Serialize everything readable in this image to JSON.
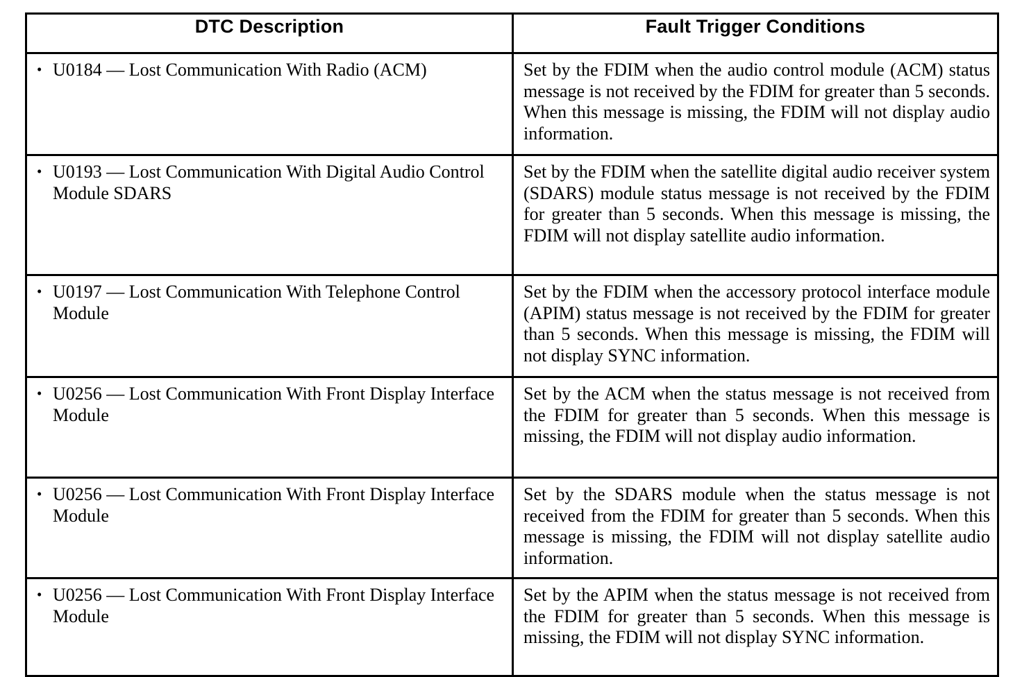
{
  "table": {
    "columns": [
      {
        "key": "dtc_description",
        "label": "DTC Description"
      },
      {
        "key": "fault_trigger_conditions",
        "label": "Fault Trigger Conditions"
      }
    ],
    "bullet_glyph": "•",
    "rows": [
      {
        "dtc_description": "U0184 — Lost Communication With Radio (ACM)",
        "fault_trigger_conditions": "Set by the FDIM when the audio control module (ACM) status message is not received by the FDIM for greater than 5 seconds. When this message is missing, the FDIM will not display audio information."
      },
      {
        "dtc_description": "U0193 — Lost Communication With Digital Audio Control Module SDARS",
        "fault_trigger_conditions": "Set by the FDIM when the satellite digital audio receiver system (SDARS) module status message is not received by the FDIM for greater than 5 seconds. When this message is missing, the FDIM will not display satellite audio information."
      },
      {
        "dtc_description": "U0197 — Lost Communication With Telephone Control Module",
        "fault_trigger_conditions": "Set by the FDIM when the accessory protocol interface module (APIM) status message is not received by the FDIM for greater than 5 seconds. When this message is missing, the FDIM will not display SYNC information."
      },
      {
        "dtc_description": "U0256 — Lost Communication With Front Display Interface Module",
        "fault_trigger_conditions": "Set by the ACM when the status message is not received from the FDIM for greater than 5 seconds. When this message is missing, the FDIM will not display audio information."
      },
      {
        "dtc_description": "U0256 — Lost Communication With Front Display Interface Module",
        "fault_trigger_conditions": "Set by the SDARS module when the status message is not received from the FDIM for greater than 5 seconds. When this message is missing, the FDIM will not display satellite audio information."
      },
      {
        "dtc_description": "U0256 — Lost Communication With Front Display Interface Module",
        "fault_trigger_conditions": "Set by the APIM when the status message is not received from the FDIM for greater than 5 seconds. When this message is missing, the FDIM will not display SYNC information."
      }
    ]
  },
  "colors": {
    "border": "#000000",
    "text": "#000000",
    "background": "#ffffff"
  }
}
